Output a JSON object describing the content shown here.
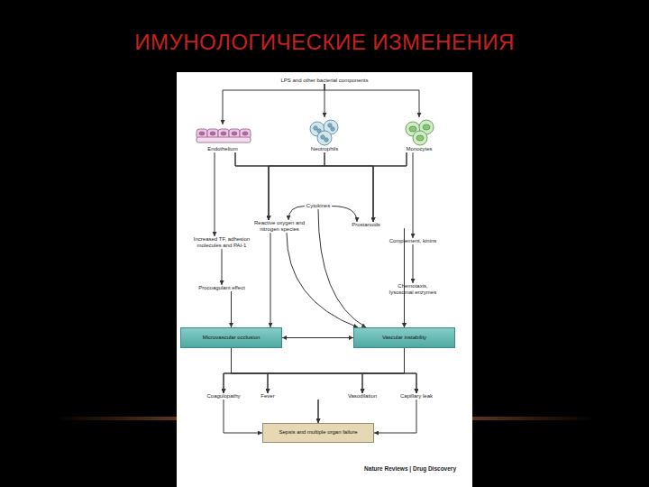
{
  "diagram": {
    "title": "ИМУНОЛОГИЧЕСКИЕ ИЗМЕНЕНИЯ",
    "nodes": [
      {
        "text": [
          "LPS and other bacterial components"
        ]
      },
      {
        "text": [
          "Endothelium"
        ]
      },
      {
        "text": [
          "Neutrophils"
        ]
      },
      {
        "text": [
          "Monocytes"
        ]
      },
      {
        "text": [
          "Cytokines"
        ]
      },
      {
        "text": [
          "Reactive oxygen and nitrogen species"
        ]
      },
      {
        "text": [
          "Prostanoids"
        ]
      },
      {
        "text": [
          "Increased TF, adhesion molecules and PAI-1"
        ]
      },
      {
        "text": [
          "Complement, kinins"
        ]
      },
      {
        "text": [
          "Procoagulant effect"
        ]
      },
      {
        "text": [
          "Chemotaxis, lysosomal enzymes"
        ]
      },
      {
        "text": [
          "Microvascular occlusion"
        ]
      },
      {
        "text": [
          "Vascular instability"
        ]
      },
      {
        "text": [
          "Coagulopathy"
        ]
      },
      {
        "text": [
          "Fever"
        ]
      },
      {
        "text": [
          "Vasodilation"
        ]
      },
      {
        "text": [
          "Capillary leak"
        ]
      },
      {
        "text": [
          "Sepsis and multiple organ failure"
        ]
      }
    ],
    "edges": [
      {
        "from": 0,
        "to": 1,
        "arrow": "to"
      },
      {
        "from": 0,
        "to": 2,
        "arrow": "to"
      },
      {
        "from": 0,
        "to": 3,
        "arrow": "to"
      },
      {
        "from": 1,
        "to": 5,
        "arrow": "to"
      },
      {
        "from": 1,
        "to": 6,
        "arrow": "to"
      },
      {
        "from": 2,
        "to": 5,
        "arrow": "to"
      },
      {
        "from": 2,
        "to": 6,
        "arrow": "to"
      },
      {
        "from": 3,
        "to": 5,
        "arrow": "to"
      },
      {
        "from": 3,
        "to": 6,
        "arrow": "to"
      },
      {
        "from": 1,
        "to": 7,
        "arrow": "to"
      },
      {
        "from": 3,
        "to": 8,
        "arrow": "to"
      },
      {
        "from": 4,
        "to": 5,
        "arrow": "to"
      },
      {
        "from": 4,
        "to": 6,
        "arrow": "to"
      },
      {
        "from": 4,
        "to": 12,
        "arrow": "to"
      },
      {
        "from": 5,
        "to": 11,
        "arrow": "to"
      },
      {
        "from": 5,
        "to": 12,
        "arrow": "to"
      },
      {
        "from": 6,
        "to": 12,
        "arrow": "to"
      },
      {
        "from": 7,
        "to": 9,
        "arrow": "to"
      },
      {
        "from": 8,
        "to": 10,
        "arrow": "to"
      },
      {
        "from": 9,
        "to": 11,
        "arrow": "to"
      },
      {
        "from": 10,
        "to": 12,
        "arrow": "to"
      },
      {
        "from": 11,
        "to": 12,
        "arrow": "both"
      },
      {
        "from": 11,
        "to": 13,
        "arrow": "to"
      },
      {
        "from": 11,
        "to": 14,
        "arrow": "to"
      },
      {
        "from": 11,
        "to": 15,
        "arrow": "to"
      },
      {
        "from": 11,
        "to": 16,
        "arrow": "to"
      },
      {
        "from": 12,
        "to": 13,
        "arrow": "to"
      },
      {
        "from": 12,
        "to": 14,
        "arrow": "to"
      },
      {
        "from": 12,
        "to": 15,
        "arrow": "to"
      },
      {
        "from": 12,
        "to": 16,
        "arrow": "to"
      },
      {
        "from": 13,
        "to": 17,
        "arrow": "to"
      },
      {
        "from": 14,
        "to": 17,
        "arrow": "to"
      },
      {
        "from": 15,
        "to": 17,
        "arrow": "to"
      },
      {
        "from": 16,
        "to": 17,
        "arrow": "to"
      }
    ],
    "labels": [
      "Nature Reviews | Drug Discovery"
    ]
  }
}
